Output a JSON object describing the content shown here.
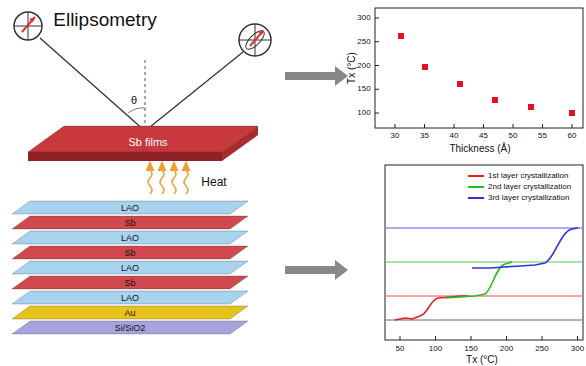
{
  "diagram": {
    "nodes": [
      {
        "text": [
          "Sb films"
        ]
      },
      {
        "text": [
          "LAO"
        ]
      },
      {
        "text": [
          "Sb"
        ]
      },
      {
        "text": [
          "LAO"
        ]
      },
      {
        "text": [
          "Sb"
        ]
      },
      {
        "text": [
          "LAO"
        ]
      },
      {
        "text": [
          "Sb"
        ]
      },
      {
        "text": [
          "LAO"
        ]
      },
      {
        "text": [
          "Au"
        ]
      },
      {
        "text": [
          "Si/SiO2"
        ]
      }
    ],
    "labels": [
      "Ellipsometry",
      "θ",
      "Heat",
      "300",
      "250",
      "200",
      "150",
      "100",
      "30",
      "35",
      "40",
      "45",
      "50",
      "55",
      "60",
      "Thickness (Å)",
      "Tx (°C)",
      "50",
      "100",
      "150",
      "200",
      "250",
      "300",
      "Tx (°C)"
    ],
    "legend": [
      {
        "text": "1st layer crystallization"
      },
      {
        "text": "2nd layer crystallization"
      },
      {
        "text": "3rd layer crystallization"
      }
    ]
  }
}
